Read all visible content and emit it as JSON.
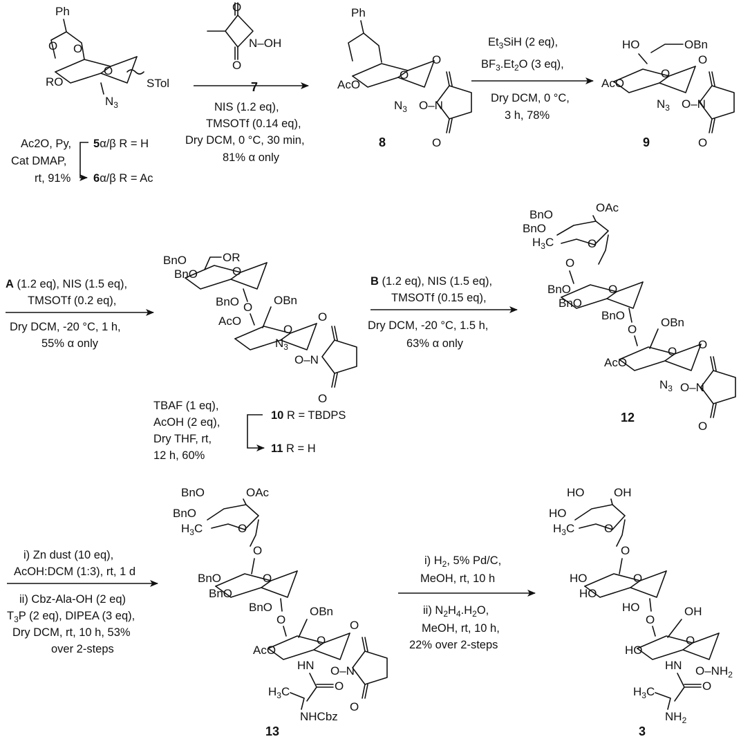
{
  "scheme": {
    "compounds": {
      "c5": {
        "label": "5",
        "text": "5α/β R = H"
      },
      "c6": {
        "label": "6",
        "text": "6α/β R = Ac"
      },
      "c7": {
        "label": "7"
      },
      "c8": {
        "label": "8"
      },
      "c9": {
        "label": "9"
      },
      "c10": {
        "label": "10",
        "text": "10 R = TBDPS"
      },
      "c11": {
        "label": "11",
        "text": "11 R = H"
      },
      "c12": {
        "label": "12"
      },
      "c13": {
        "label": "13"
      },
      "c3": {
        "label": "3"
      }
    },
    "substituents": {
      "ph": "Ph",
      "ro": "RO",
      "stol": "STol",
      "n3": "N3",
      "aco": "AcO",
      "o": "O",
      "ho": "HO",
      "obn": "OBn",
      "bno": "BnO",
      "oac": "OAc",
      "h3c": "H3C",
      "oh": "OH",
      "hn": "HN",
      "nhcbz": "NHCbz",
      "nh2": "NH2",
      "onh2": "O–NH2",
      "n_oh": "N–OH",
      "or": "OR"
    },
    "steps": {
      "s1": [
        "Ac2O, Py,",
        "Cat DMAP,",
        "rt, 91%"
      ],
      "s2_above": [],
      "s2_below": [
        "NIS (1.2 eq),",
        "TMSOTf (0.14 eq),",
        "Dry DCM, 0 °C, 30 min,",
        "81% α only"
      ],
      "s3_above": [
        "Et3SiH (2 eq),",
        "BF3.Et2O (3 eq),"
      ],
      "s3_below": [
        "Dry DCM, 0 °C,",
        "3 h, 78%"
      ],
      "s4_above": [
        "A (1.2 eq), NIS (1.5 eq),",
        "TMSOTf (0.2 eq),"
      ],
      "s4_below": [
        "Dry DCM, -20 °C, 1 h,",
        "55% α only"
      ],
      "s5_above": [
        "B (1.2 eq), NIS (1.5 eq),",
        "TMSOTf (0.15 eq),"
      ],
      "s5_below": [
        "Dry DCM, -20 °C, 1.5 h,",
        "63% α only"
      ],
      "s6": [
        "TBAF (1 eq),",
        "AcOH (2 eq),",
        "Dry THF, rt,",
        "12 h, 60%"
      ],
      "s7_above": [
        "i) Zn dust (10 eq),",
        "AcOH:DCM (1:3), rt, 1 d"
      ],
      "s7_below": [
        "ii) Cbz-Ala-OH (2 eq)",
        "T3P (2 eq), DIPEA (3 eq),",
        "Dry DCM, rt, 10 h, 53%",
        "over 2-steps"
      ],
      "s8_above": [
        "i) H2, 5% Pd/C,",
        "MeOH, rt, 10 h"
      ],
      "s8_below": [
        "ii) N2H4.H2O,",
        "MeOH, rt, 10 h,",
        "22% over 2-steps"
      ]
    }
  }
}
